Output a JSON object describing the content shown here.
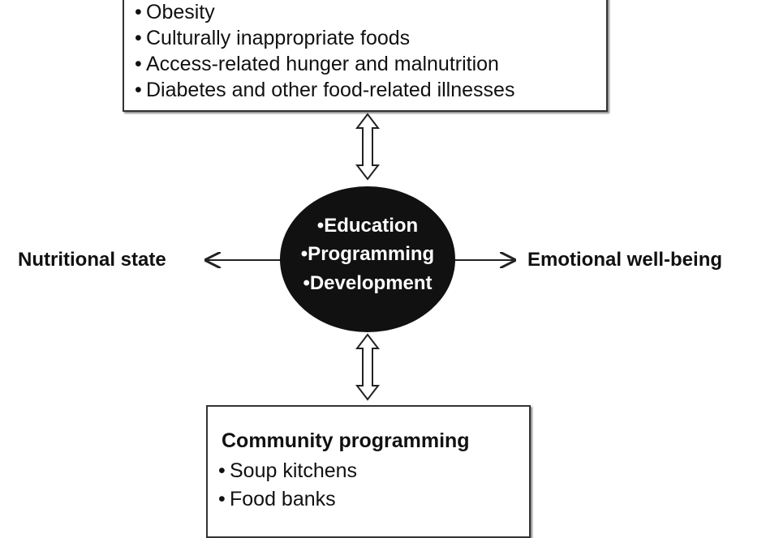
{
  "top_box": {
    "items": [
      "Obesity",
      "Culturally inappropriate foods",
      "Access-related hunger and malnutrition",
      "Diabetes and other food-related illnesses"
    ]
  },
  "center": {
    "items": [
      "•Education",
      "•Programming",
      "•Development"
    ]
  },
  "left_label": "Nutritional state",
  "right_label": "Emotional well-being",
  "bottom_box": {
    "title": "Community programming",
    "items": [
      "Soup kitchens",
      "Food banks"
    ]
  },
  "bullet": "•"
}
